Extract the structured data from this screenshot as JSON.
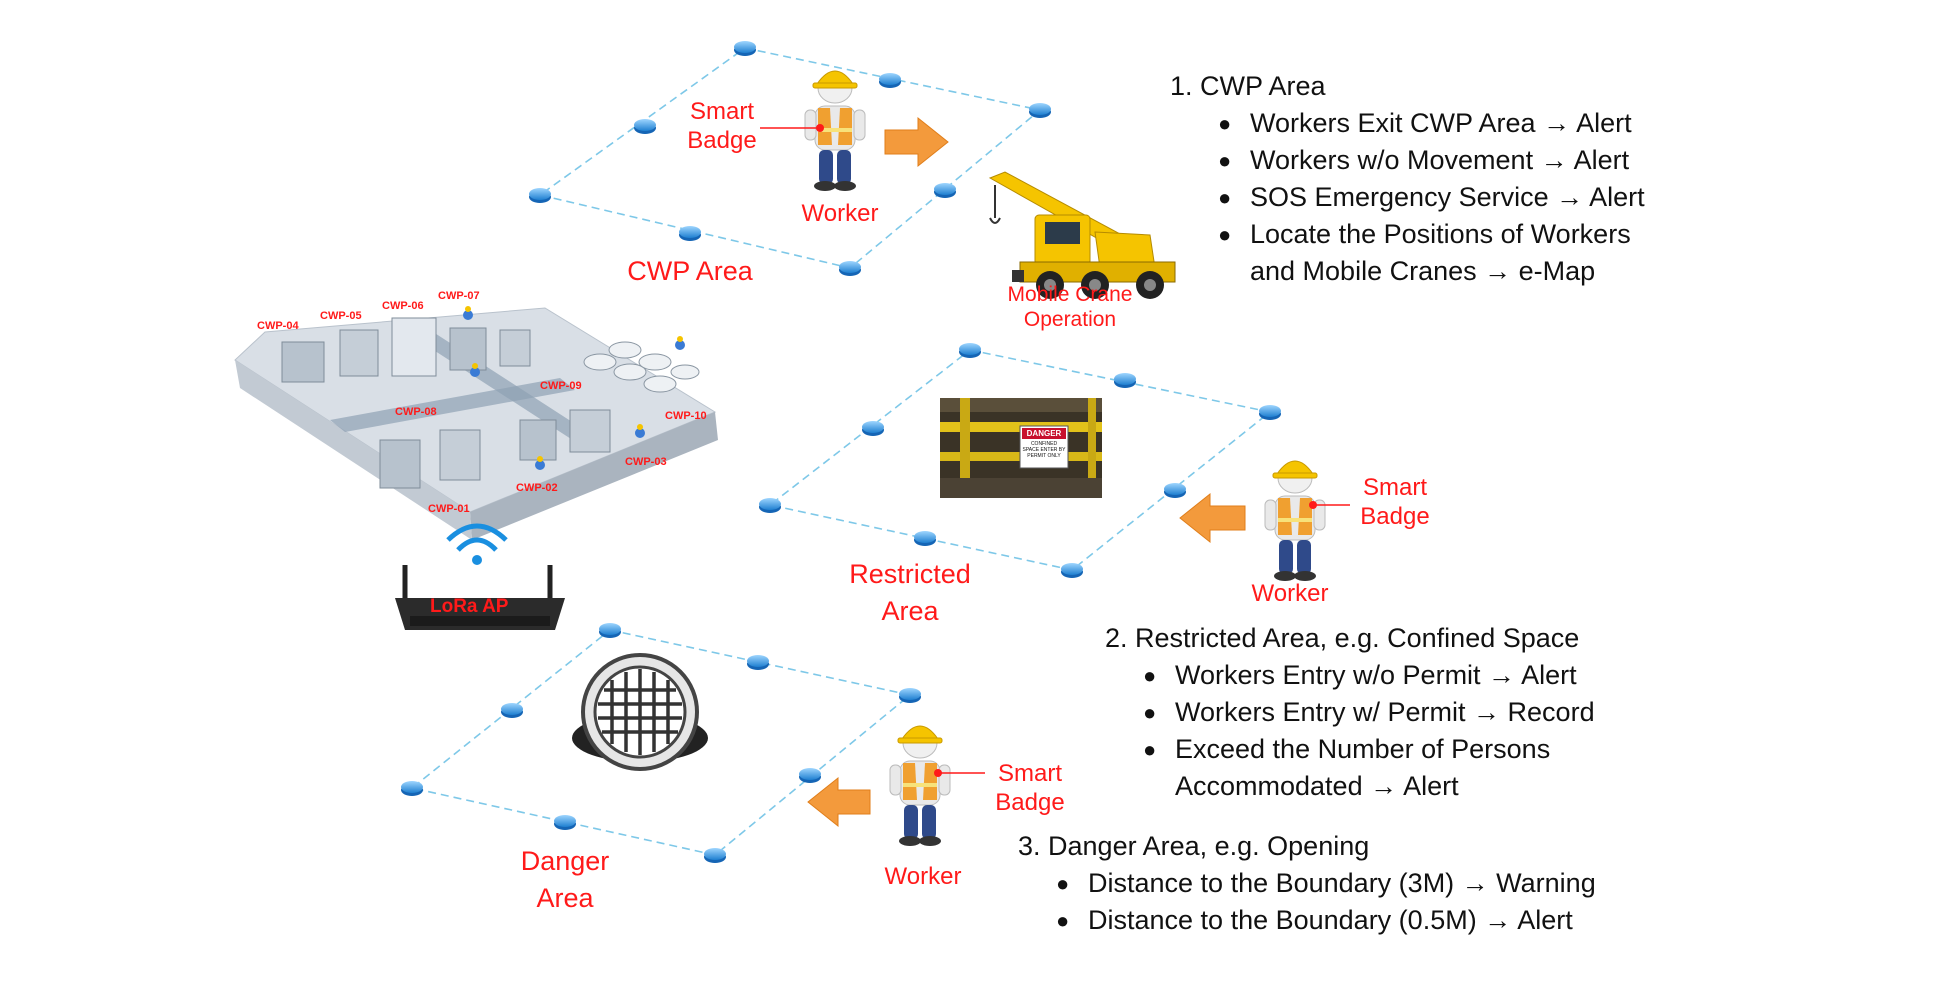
{
  "labels": {
    "cwp_area": "CWP Area",
    "restricted_area_line1": "Restricted",
    "restricted_area_line2": "Area",
    "danger_area_line1": "Danger",
    "danger_area_line2": "Area",
    "smart_badge_line1": "Smart",
    "smart_badge_line2": "Badge",
    "worker": "Worker",
    "mobile_crane_line1": "Mobile Crane",
    "mobile_crane_line2": "Operation",
    "lora_ap": "LoRa AP"
  },
  "plant_tags": [
    "CWP-04",
    "CWP-05",
    "CWP-06",
    "CWP-07",
    "CWP-08",
    "CWP-09",
    "CWP-10",
    "CWP-01",
    "CWP-02",
    "CWP-03"
  ],
  "sign": {
    "title": "DANGER",
    "body": "CONFINED SPACE ENTER BY PERMIT ONLY"
  },
  "section1": {
    "title": "1. CWP Area",
    "bullets": [
      "Workers Exit CWP Area → Alert",
      "Workers w/o Movement → Alert",
      "SOS Emergency Service → Alert",
      "Locate the Positions of Workers"
    ],
    "continuation": "and Mobile Cranes → e-Map"
  },
  "section2": {
    "title": "2. Restricted Area, e.g. Confined Space",
    "bullets": [
      "Workers Entry w/o Permit → Alert",
      "Workers Entry w/ Permit → Record",
      "Exceed the Number of Persons"
    ],
    "continuation": "Accommodated  → Alert"
  },
  "section3": {
    "title": "3. Danger Area, e.g. Opening",
    "bullets": [
      "Distance to the Boundary (3M) → Warning",
      "Distance to the Boundary (0.5M) → Alert"
    ]
  },
  "colors": {
    "accent_red": "#ff1a1a",
    "arrow_orange": "#f39a3c",
    "boundary_blue": "#7ec8e8",
    "node_blue": "#3b9fe0",
    "crane_yellow": "#f5c400"
  }
}
